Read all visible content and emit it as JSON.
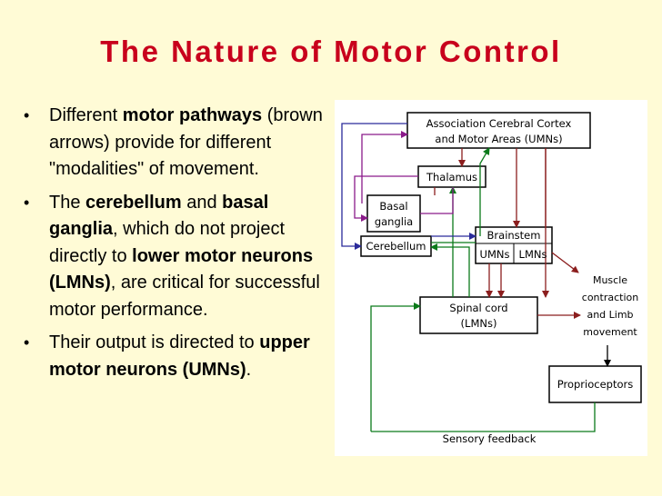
{
  "title": "The Nature of Motor Control",
  "bullets": [
    {
      "parts": [
        {
          "text": "Different ",
          "bold": false
        },
        {
          "text": "motor pathways",
          "bold": true
        },
        {
          "text": " (brown arrows) provide for different \"modalities\" of movement.",
          "bold": false
        }
      ]
    },
    {
      "parts": [
        {
          "text": "The ",
          "bold": false
        },
        {
          "text": "cerebellum",
          "bold": true
        },
        {
          "text": " and ",
          "bold": false
        },
        {
          "text": "basal ganglia",
          "bold": true
        },
        {
          "text": ", which do not project directly to ",
          "bold": false
        },
        {
          "text": "lower motor neurons (LMNs)",
          "bold": true
        },
        {
          "text": ", are critical for successful motor performance.",
          "bold": false
        }
      ]
    },
    {
      "parts": [
        {
          "text": "Their output is directed to ",
          "bold": false
        },
        {
          "text": "upper motor neurons (UMNs)",
          "bold": true
        },
        {
          "text": ".",
          "bold": false
        }
      ]
    }
  ],
  "diagram": {
    "cortex_line1": "Association Cerebral Cortex",
    "cortex_line2": "and Motor Areas (UMNs)",
    "thalamus": "Thalamus",
    "basal_line1": "Basal",
    "basal_line2": "ganglia",
    "cerebellum": "Cerebellum",
    "brainstem": "Brainstem",
    "brainstem_umns": "UMNs",
    "brainstem_lmns": "LMNs",
    "spinal_line1": "Spinal cord",
    "spinal_line2": "(LMNs)",
    "muscle_line1": "Muscle",
    "muscle_line2": "contraction",
    "muscle_line3": "and Limb",
    "muscle_line4": "movement",
    "proprioceptors": "Proprioceptors",
    "sensory_feedback": "Sensory feedback",
    "colors": {
      "brown": "#8b1e1e",
      "green": "#0a7a1a",
      "purple": "#8a1a8a",
      "blue": "#2a2a9a",
      "black": "#000000"
    }
  }
}
